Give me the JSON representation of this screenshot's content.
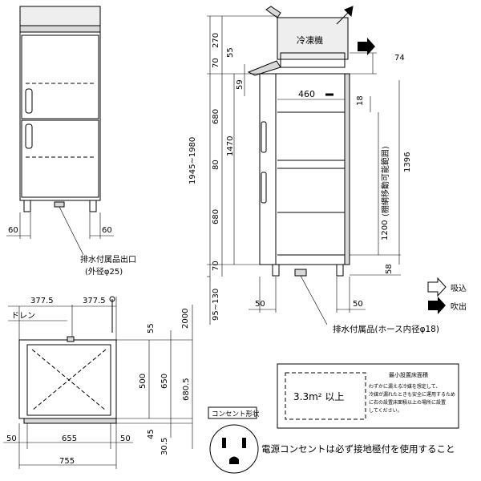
{
  "front_view": {
    "dim_left": "60",
    "dim_right": "60",
    "drain_note": "排水付属品出口",
    "drain_size": "(外径φ25)"
  },
  "side_view": {
    "top_dims": [
      "270",
      "55",
      "70"
    ],
    "left_total": "1945~1980",
    "left_dims": [
      "680",
      "80",
      "680",
      "70"
    ],
    "mid_dims": [
      "59",
      "1470"
    ],
    "shelf_depth": "460",
    "compressor_label": "冷凍機",
    "right_dims": [
      "74",
      "18",
      "1396",
      "1200",
      "58"
    ],
    "shelf_range_label": "(棚網移動可能範囲)",
    "bottom_left": "95~130",
    "bottom_dims": [
      "50",
      "50"
    ],
    "drain_note": "排水付属品(ホース内径φ18)",
    "legend_intake": "吸込",
    "legend_exhaust": "吹出"
  },
  "plan_view": {
    "top_dims": [
      "377.5",
      "377.5"
    ],
    "drain_label": "ドレン",
    "right_dims": [
      "2000",
      "55",
      "500",
      "650",
      "680.5",
      "45",
      "30.5"
    ],
    "bottom_dims": [
      "50",
      "655",
      "50"
    ],
    "total_width": "755"
  },
  "floor_area": {
    "title": "最小設置床面積",
    "value": "3.3m² 以上",
    "note_lines": [
      "わずかに漏える冷媒を想定して、",
      "冷媒が漏れたときも安全に運用するため",
      "に右の設置床面積以上の場所に設置",
      "してください。"
    ]
  },
  "outlet": {
    "label": "コンセント形状",
    "note": "電源コンセントは必ず接地極付を使用すること"
  }
}
